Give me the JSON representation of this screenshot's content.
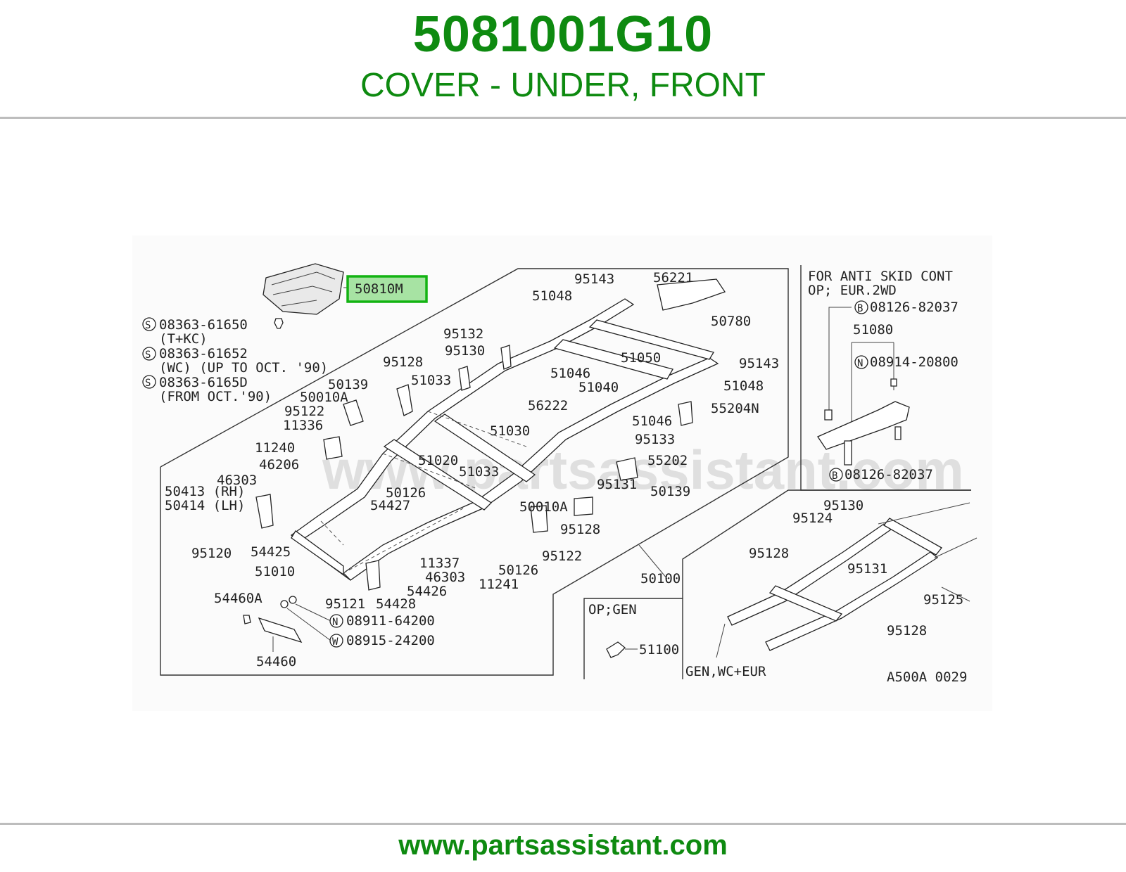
{
  "header": {
    "part_number": "5081001G10",
    "part_name": "COVER - UNDER, FRONT"
  },
  "footer": {
    "url": "www.partsassistant.com"
  },
  "colors": {
    "brand_green": "#0e8a10",
    "highlight_fill": "#a7e3a3",
    "highlight_border": "#12b312",
    "rule_grey": "#bdbdbd"
  },
  "diagram": {
    "watermark": "www.partsassistant.com",
    "drawing_code": "A500A 0029",
    "highlighted_label": "50810M",
    "screw_notes": [
      {
        "circle": "S",
        "number": "08363-61650",
        "note": "(T+KC)"
      },
      {
        "circle": "S",
        "number": "08363-61652",
        "note": "(WC) (UP TO OCT. '90)"
      },
      {
        "circle": "S",
        "number": "08363-6165D",
        "note": "(FROM OCT.'90)"
      }
    ],
    "main_labels": [
      "95143",
      "56221",
      "51048",
      "50780",
      "95132",
      "95130",
      "51050",
      "95143",
      "95128",
      "51046",
      "51040",
      "51048",
      "50139",
      "51033",
      "50010A",
      "56222",
      "55204N",
      "95122",
      "51046",
      "11336",
      "51030",
      "95133",
      "11240",
      "55202",
      "46206",
      "51020",
      "51033",
      "95131",
      "46303",
      "50413 (RH)",
      "50414 (LH)",
      "50126",
      "50139",
      "54427",
      "50010A",
      "95128",
      "54425",
      "95120",
      "11337",
      "95122",
      "51010",
      "46303",
      "50126",
      "11241",
      "54426",
      "50100",
      "95121",
      "54428",
      "54460A",
      "08911-64200",
      "08915-24200",
      "54460"
    ],
    "anti_skid_panel": {
      "title_line1": "FOR ANTI SKID CONT",
      "title_line2": "OP; EUR.2WD",
      "labels": [
        "08126-82037",
        "51080",
        "08914-20800",
        "08126-82037"
      ],
      "circles": [
        "B",
        "N",
        "B"
      ]
    },
    "gen_panel": {
      "title": "OP;GEN",
      "label": "51100"
    },
    "frame_detail": {
      "labels": [
        "95130",
        "95124",
        "95128",
        "95131",
        "95125",
        "95128"
      ],
      "caption": "GEN,WC+EUR"
    },
    "fastener_circles": {
      "nut": "N",
      "washer": "W"
    }
  }
}
